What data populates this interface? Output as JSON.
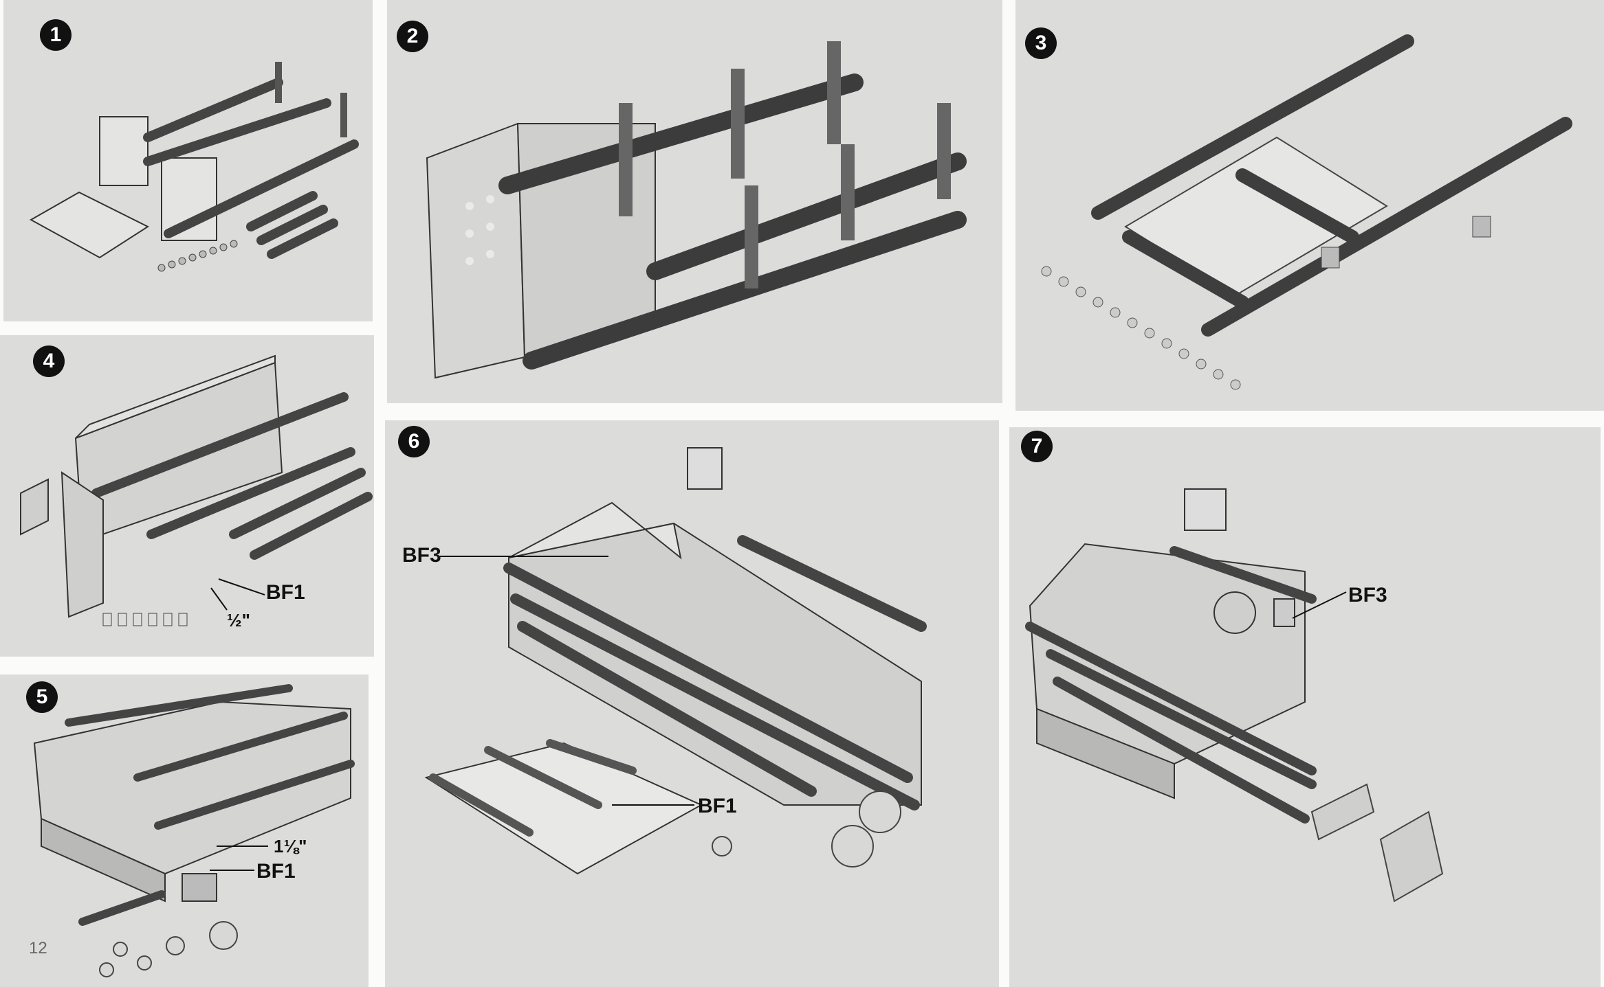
{
  "page": {
    "number": "12"
  },
  "steps": [
    {
      "number": "1"
    },
    {
      "number": "2"
    },
    {
      "number": "3"
    },
    {
      "number": "4",
      "callouts": [
        "BF1",
        "½\""
      ]
    },
    {
      "number": "5",
      "callouts": [
        "1⅛\"",
        "BF1"
      ]
    },
    {
      "number": "6",
      "callouts": [
        "BF3",
        "BF1"
      ]
    },
    {
      "number": "7",
      "callouts": [
        "BF3"
      ]
    }
  ],
  "colors": {
    "panel_bg": "#dcdcda",
    "metal_light": "#c9c9c7",
    "metal_dark": "#4a4a4a",
    "badge": "#111111"
  }
}
